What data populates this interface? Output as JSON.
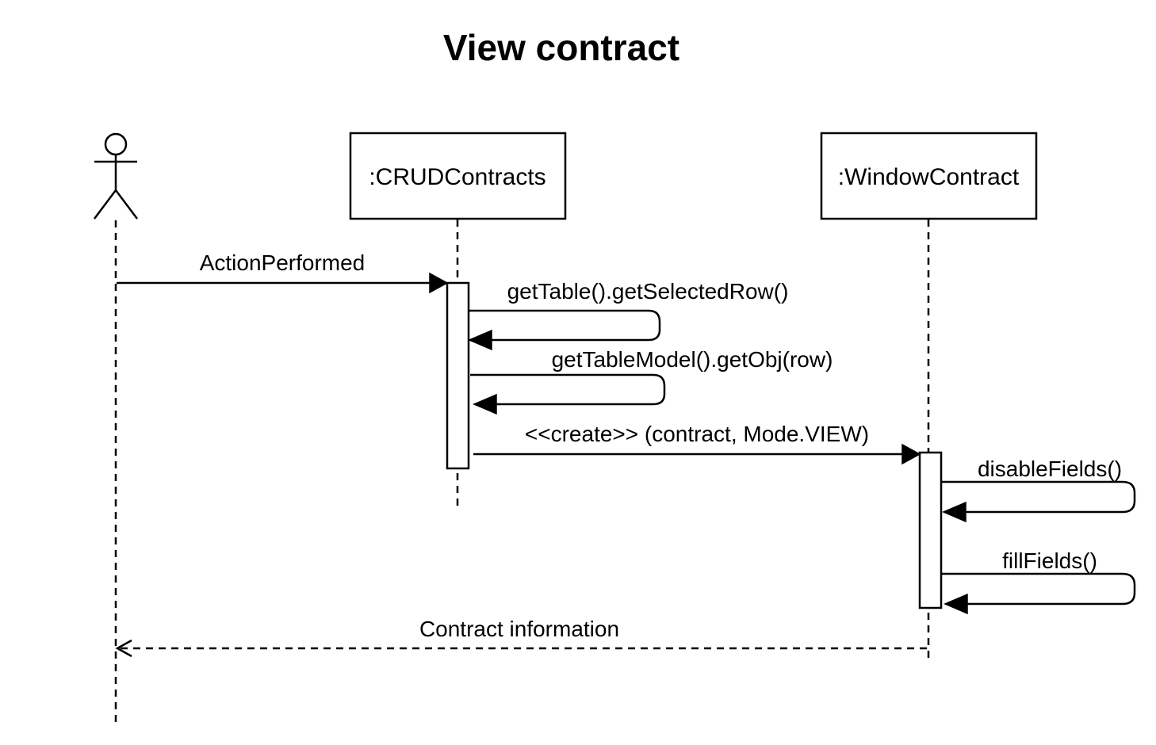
{
  "title": "View contract",
  "participants": [
    {
      "id": "actor",
      "kind": "actor",
      "label": ""
    },
    {
      "id": "crud",
      "kind": "object",
      "label": ":CRUDContracts"
    },
    {
      "id": "window",
      "kind": "object",
      "label": ":WindowContract"
    }
  ],
  "messages": [
    {
      "id": "action-performed",
      "from": "actor",
      "to": "crud",
      "type": "sync",
      "label": "ActionPerformed"
    },
    {
      "id": "get-selected-row",
      "from": "crud",
      "to": "crud",
      "type": "self",
      "label": "getTable().getSelectedRow()"
    },
    {
      "id": "get-obj",
      "from": "crud",
      "to": "crud",
      "type": "self",
      "label": "getTableModel().getObj(row)"
    },
    {
      "id": "create",
      "from": "crud",
      "to": "window",
      "type": "create",
      "label": "<<create>> (contract, Mode.VIEW)"
    },
    {
      "id": "disable-fields",
      "from": "window",
      "to": "window",
      "type": "self",
      "label": "disableFields()"
    },
    {
      "id": "fill-fields",
      "from": "window",
      "to": "window",
      "type": "self",
      "label": "fillFields()"
    },
    {
      "id": "contract-information",
      "from": "window",
      "to": "actor",
      "type": "return",
      "label": "Contract information"
    }
  ]
}
